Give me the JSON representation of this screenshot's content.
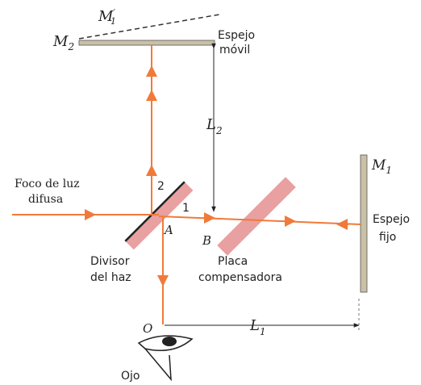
{
  "labels": {
    "m1_prime": "M",
    "m1_prime_sub": "1",
    "m1_prime_mark": "′",
    "m2": "M",
    "m2_sub": "2",
    "espejo_movil_1": "Espejo",
    "espejo_movil_2": "móvil",
    "l2": "L",
    "l2_sub": "2",
    "m1": "M",
    "m1_sub": "1",
    "foco_1": "Foco de luz",
    "foco_2": "difusa",
    "ray2": "2",
    "ray1": "1",
    "point_a": "A",
    "point_b": "B",
    "espejo_fijo_1": "Espejo",
    "espejo_fijo_2": "fijo",
    "divisor_1": "Divisor",
    "divisor_2": "del haz",
    "placa_1": "Placa",
    "placa_2": "compensadora",
    "point_o": "O",
    "l1": "L",
    "l1_sub": "1",
    "ojo": "Ojo"
  },
  "colors": {
    "ray": "#f07a3a",
    "mirror": "#c9c0a6",
    "plate": "#e8a0a0",
    "ink": "#222222"
  }
}
